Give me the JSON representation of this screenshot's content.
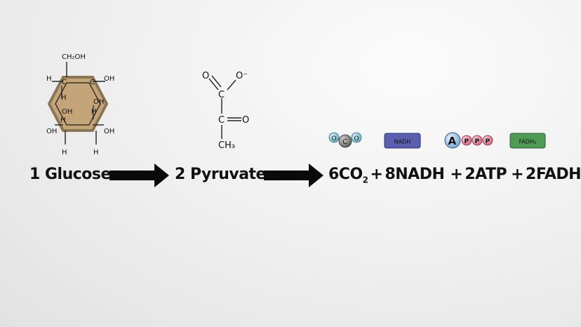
{
  "glucose_structure": {
    "top_group": "CH₂OH",
    "upper_left_h": "H",
    "upper_right_oh": "OH",
    "ring_c1": "C",
    "ring_c2": "C",
    "inner_h_upper": "H",
    "inner_oh_left": "OH",
    "inner_oh_right": "OH",
    "inner_h_left": "H",
    "inner_h_right": "H",
    "lower_left_oh": "OH",
    "lower_right_oh": "OH",
    "bottom_h_left": "H",
    "bottom_h_right": "H",
    "ring_color": "#c4a57a"
  },
  "pyruvate_structure": {
    "o_left": "O",
    "o_charge": "O⁻",
    "c_top": "C",
    "c_mid": "C",
    "o_right": "O",
    "ch3": "CH₃"
  },
  "molecule_icons": {
    "co2": {
      "o1": "O",
      "c": "C",
      "o2": "O"
    },
    "nadh": {
      "label": "NADH",
      "color": "#5a5fb0"
    },
    "atp": {
      "a": "A",
      "p1": "P",
      "p2": "P",
      "p3": "P"
    },
    "fadh2": {
      "label": "FADH₂",
      "color": "#4f9a55"
    }
  },
  "equation": {
    "glucose": "1 Glucose",
    "pyruvate": "2 Pyruvate",
    "co2_coef": "6CO",
    "co2_sub": "2",
    "plus1": "+",
    "nadh": "8NADH",
    "plus2": "+",
    "atp": "2ATP",
    "plus3": "+",
    "fadh_coef": "2FADH",
    "fadh_sub": "2"
  }
}
